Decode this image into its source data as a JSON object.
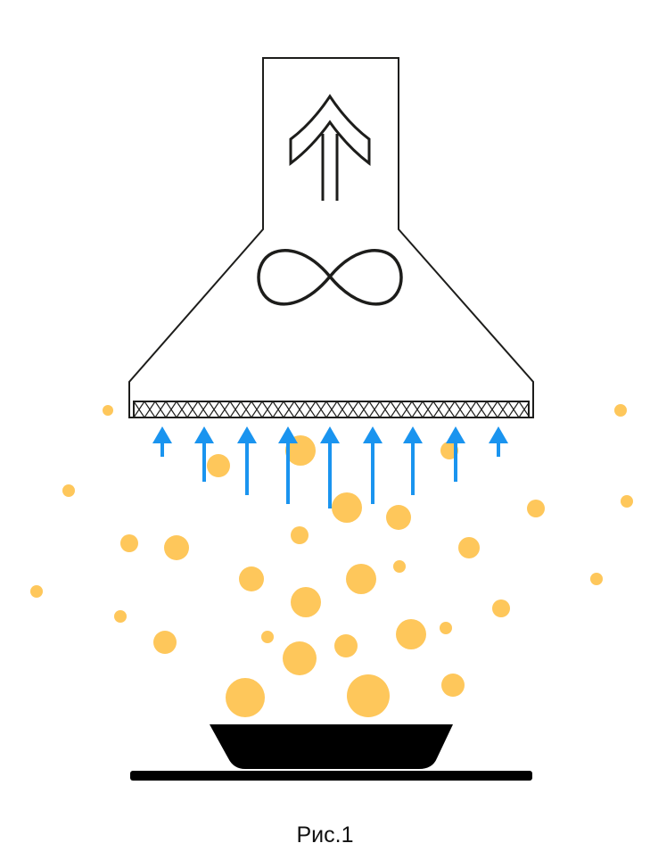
{
  "caption": "Рис.1",
  "colors": {
    "outline": "#1d1d1b",
    "airflow": "#1a94ef",
    "particles": "#fec75b",
    "pan": "#000000"
  },
  "particles": [
    [
      121,
      460,
      6
    ],
    [
      696,
      460,
      7
    ],
    [
      77,
      550,
      7
    ],
    [
      703,
      562,
      7
    ],
    [
      245,
      522,
      13
    ],
    [
      337,
      505,
      17
    ],
    [
      504,
      505,
      10
    ],
    [
      389,
      569,
      17
    ],
    [
      447,
      580,
      14
    ],
    [
      601,
      570,
      10
    ],
    [
      145,
      609,
      10
    ],
    [
      198,
      614,
      14
    ],
    [
      336,
      600,
      10
    ],
    [
      526,
      614,
      12
    ],
    [
      448,
      635,
      7
    ],
    [
      41,
      663,
      7
    ],
    [
      282,
      649,
      14
    ],
    [
      405,
      649,
      17
    ],
    [
      669,
      649,
      7
    ],
    [
      343,
      675,
      17
    ],
    [
      135,
      691,
      7
    ],
    [
      562,
      682,
      10
    ],
    [
      185,
      720,
      13
    ],
    [
      300,
      714,
      7
    ],
    [
      461,
      711,
      17
    ],
    [
      500,
      704,
      7
    ],
    [
      388,
      724,
      13
    ],
    [
      336,
      738,
      19
    ],
    [
      275,
      782,
      22
    ],
    [
      413,
      780,
      24
    ],
    [
      508,
      768,
      13
    ]
  ]
}
